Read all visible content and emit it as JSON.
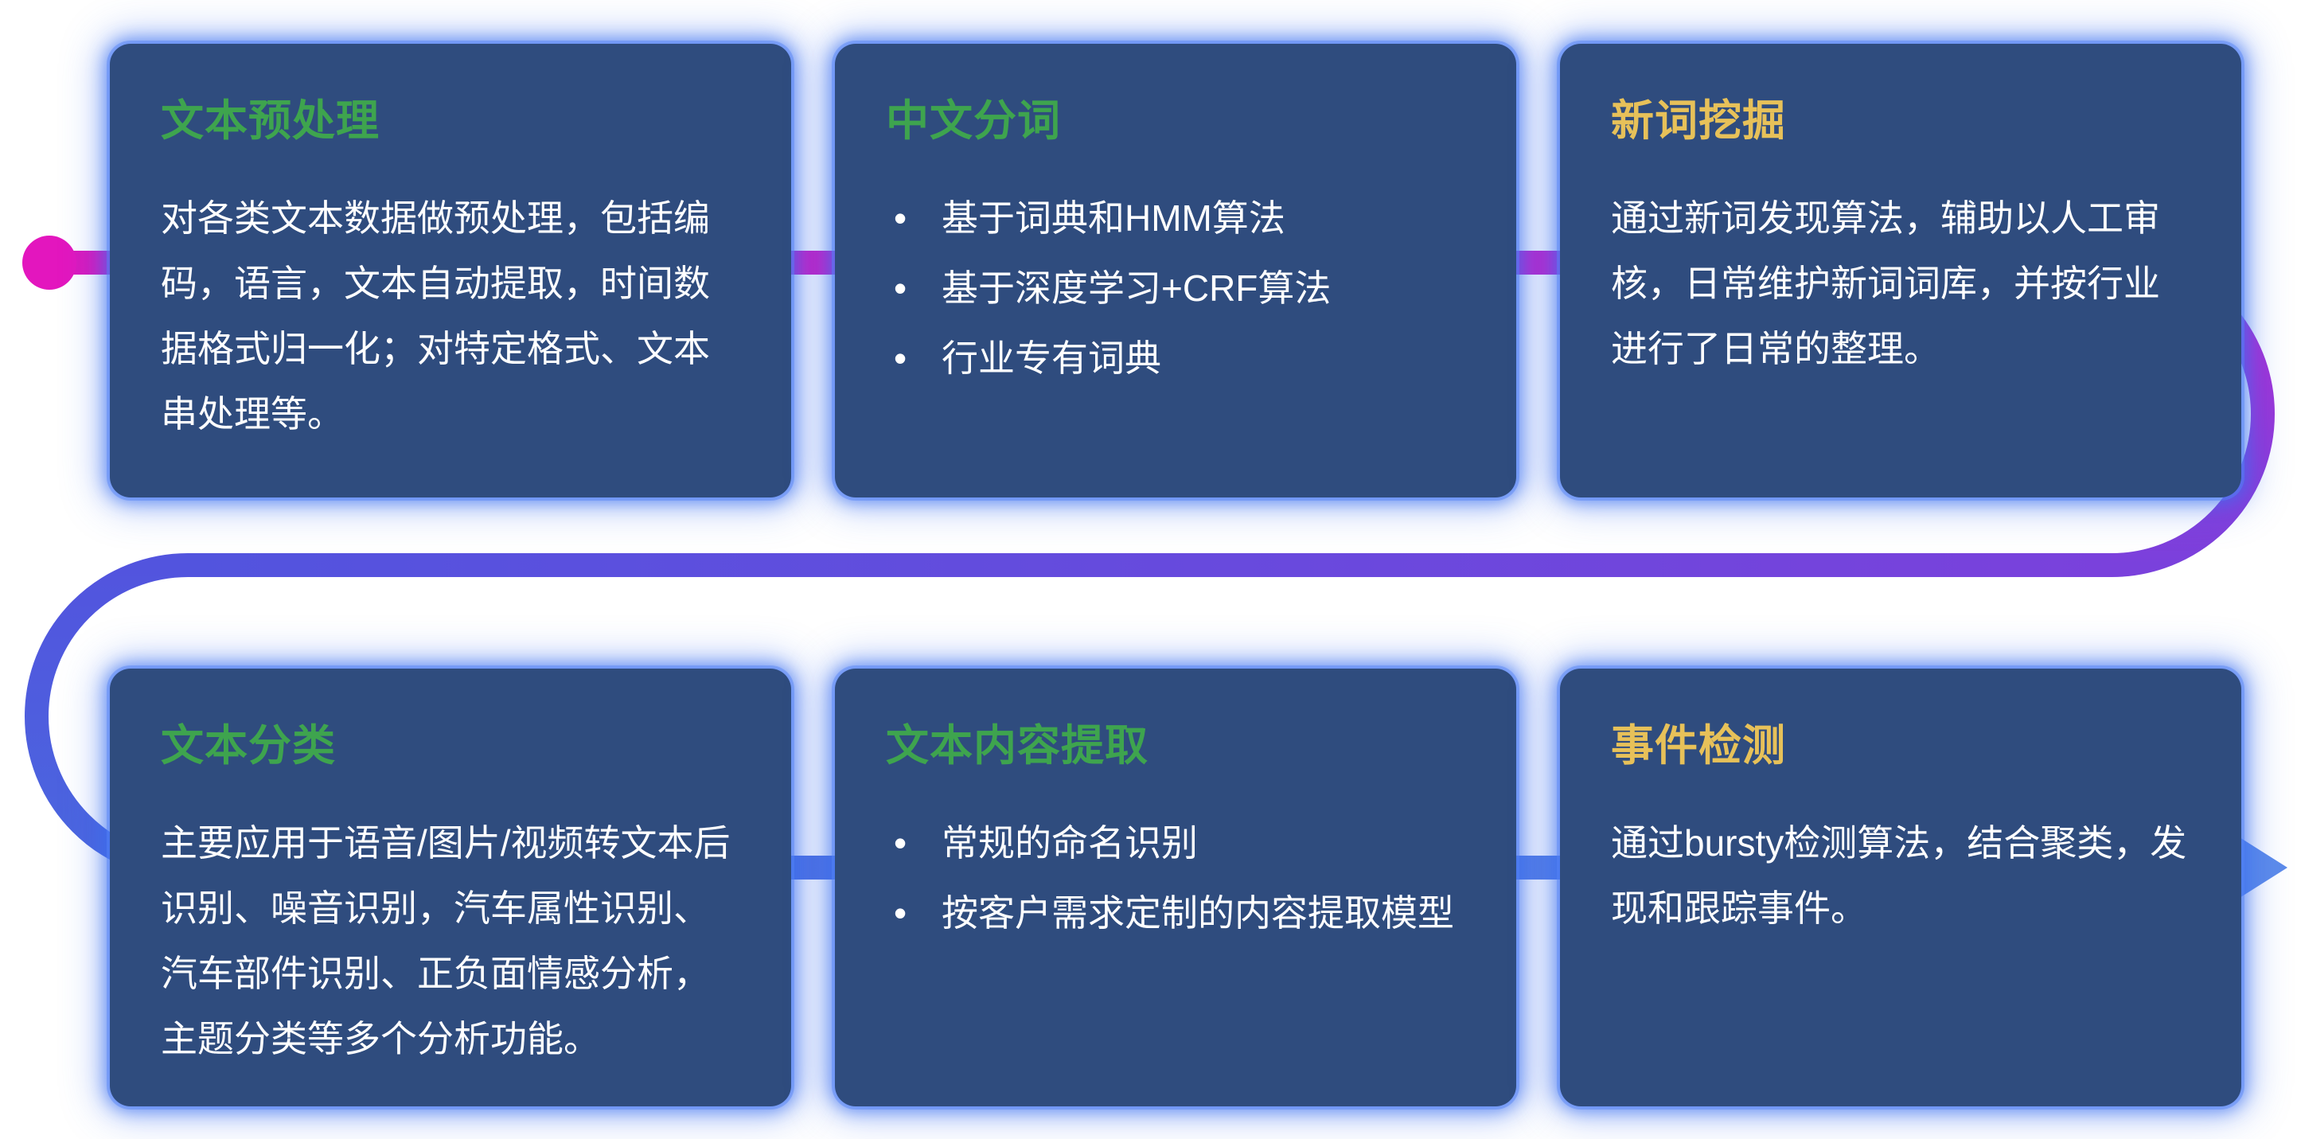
{
  "diagram": {
    "description": "NLP text-processing capability pipeline with six stages connected by a flowing arrow"
  },
  "colors": {
    "card_bg": "#2F4C7E",
    "glow_blue": "#3B6FF0",
    "title_green": "#3EA44E",
    "title_yellow": "#E7C159",
    "body_text": "#FFFFFF",
    "dot_magenta": "#E316BE",
    "line_magenta": "#DD17BC",
    "line_magenta_purple": "#B62BD2",
    "line_purple": "#7A41DC",
    "line_indigo": "#5254DE",
    "line_blue": "#4A67DF",
    "line_light_blue": "#5D8BEA"
  },
  "cards": [
    {
      "title": "文本预处理",
      "accent": "green",
      "body": "对各类文本数据做预处理，包括编码，语言，文本自动提取，时间数据格式归一化；对特定格式、文本串处理等。"
    },
    {
      "title": "中文分词",
      "accent": "green",
      "bullets": [
        "基于词典和HMM算法",
        "基于深度学习+CRF算法",
        "行业专有词典"
      ]
    },
    {
      "title": "新词挖掘",
      "accent": "yellow",
      "body": "通过新词发现算法，辅助以人工审核，日常维护新词词库，并按行业进行了日常的整理。"
    },
    {
      "title": "文本分类",
      "accent": "green",
      "body": "主要应用于语音/图片/视频转文本后识别、噪音识别，汽车属性识别、汽车部件识别、正负面情感分析，主题分类等多个分析功能。"
    },
    {
      "title": "文本内容提取",
      "accent": "green",
      "bullets": [
        "常规的命名识别",
        "按客户需求定制的内容提取模型"
      ]
    },
    {
      "title": "事件检测",
      "accent": "yellow",
      "body": "通过bursty检测算法，结合聚类，发现和跟踪事件。"
    }
  ]
}
